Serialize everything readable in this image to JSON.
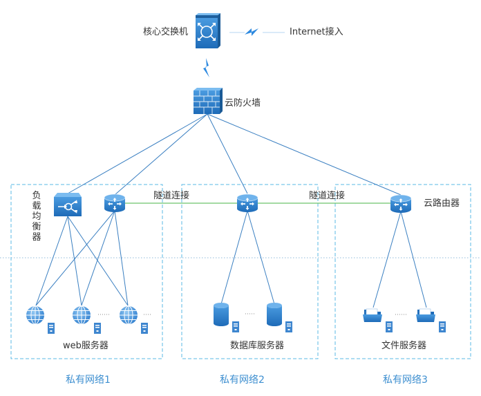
{
  "nodes": {
    "core_switch": "核心交换机",
    "internet": "Internet接入",
    "firewall": "云防火墙",
    "load_balancer": "负载均衡器",
    "cloud_router": "云路由器"
  },
  "links": {
    "tunnel_1": "隧道连接",
    "tunnel_2": "隧道连接"
  },
  "server_groups": {
    "web": "web服务器",
    "database": "数据库服务器",
    "file": "文件服务器"
  },
  "networks": [
    "私有网络1",
    "私有网络2",
    "私有网络3"
  ],
  "colors": {
    "line": "#3a7fc1",
    "tunnel": "#6cc36a",
    "device": "#2f7fcf",
    "zone_border": "#59b8e6",
    "network_label": "#3e8fd0"
  },
  "icons": [
    "switch-icon",
    "lightning-icon",
    "firewall-icon",
    "load-balancer-icon",
    "router-icon",
    "globe-icon",
    "database-icon",
    "folder-icon",
    "server-tower-icon"
  ]
}
